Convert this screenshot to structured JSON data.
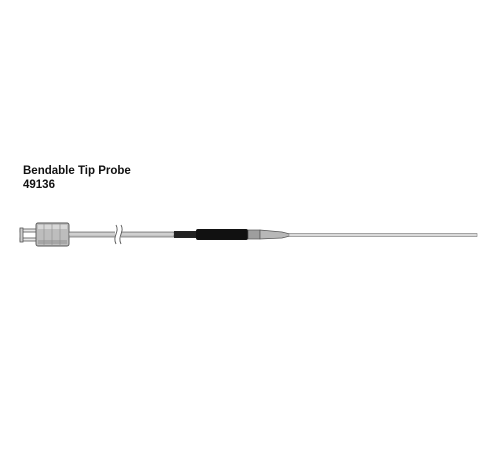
{
  "product": {
    "name": "Bendable Tip Probe",
    "number": "49136"
  },
  "illustration": {
    "subject": "thermocouple-probe",
    "colors": {
      "background": "#ffffff",
      "connector": "#bdbdbd",
      "shaft": "#c4c4c4",
      "handle": "#111111",
      "tip": "#d2d2d2",
      "outline": "#555555"
    }
  }
}
